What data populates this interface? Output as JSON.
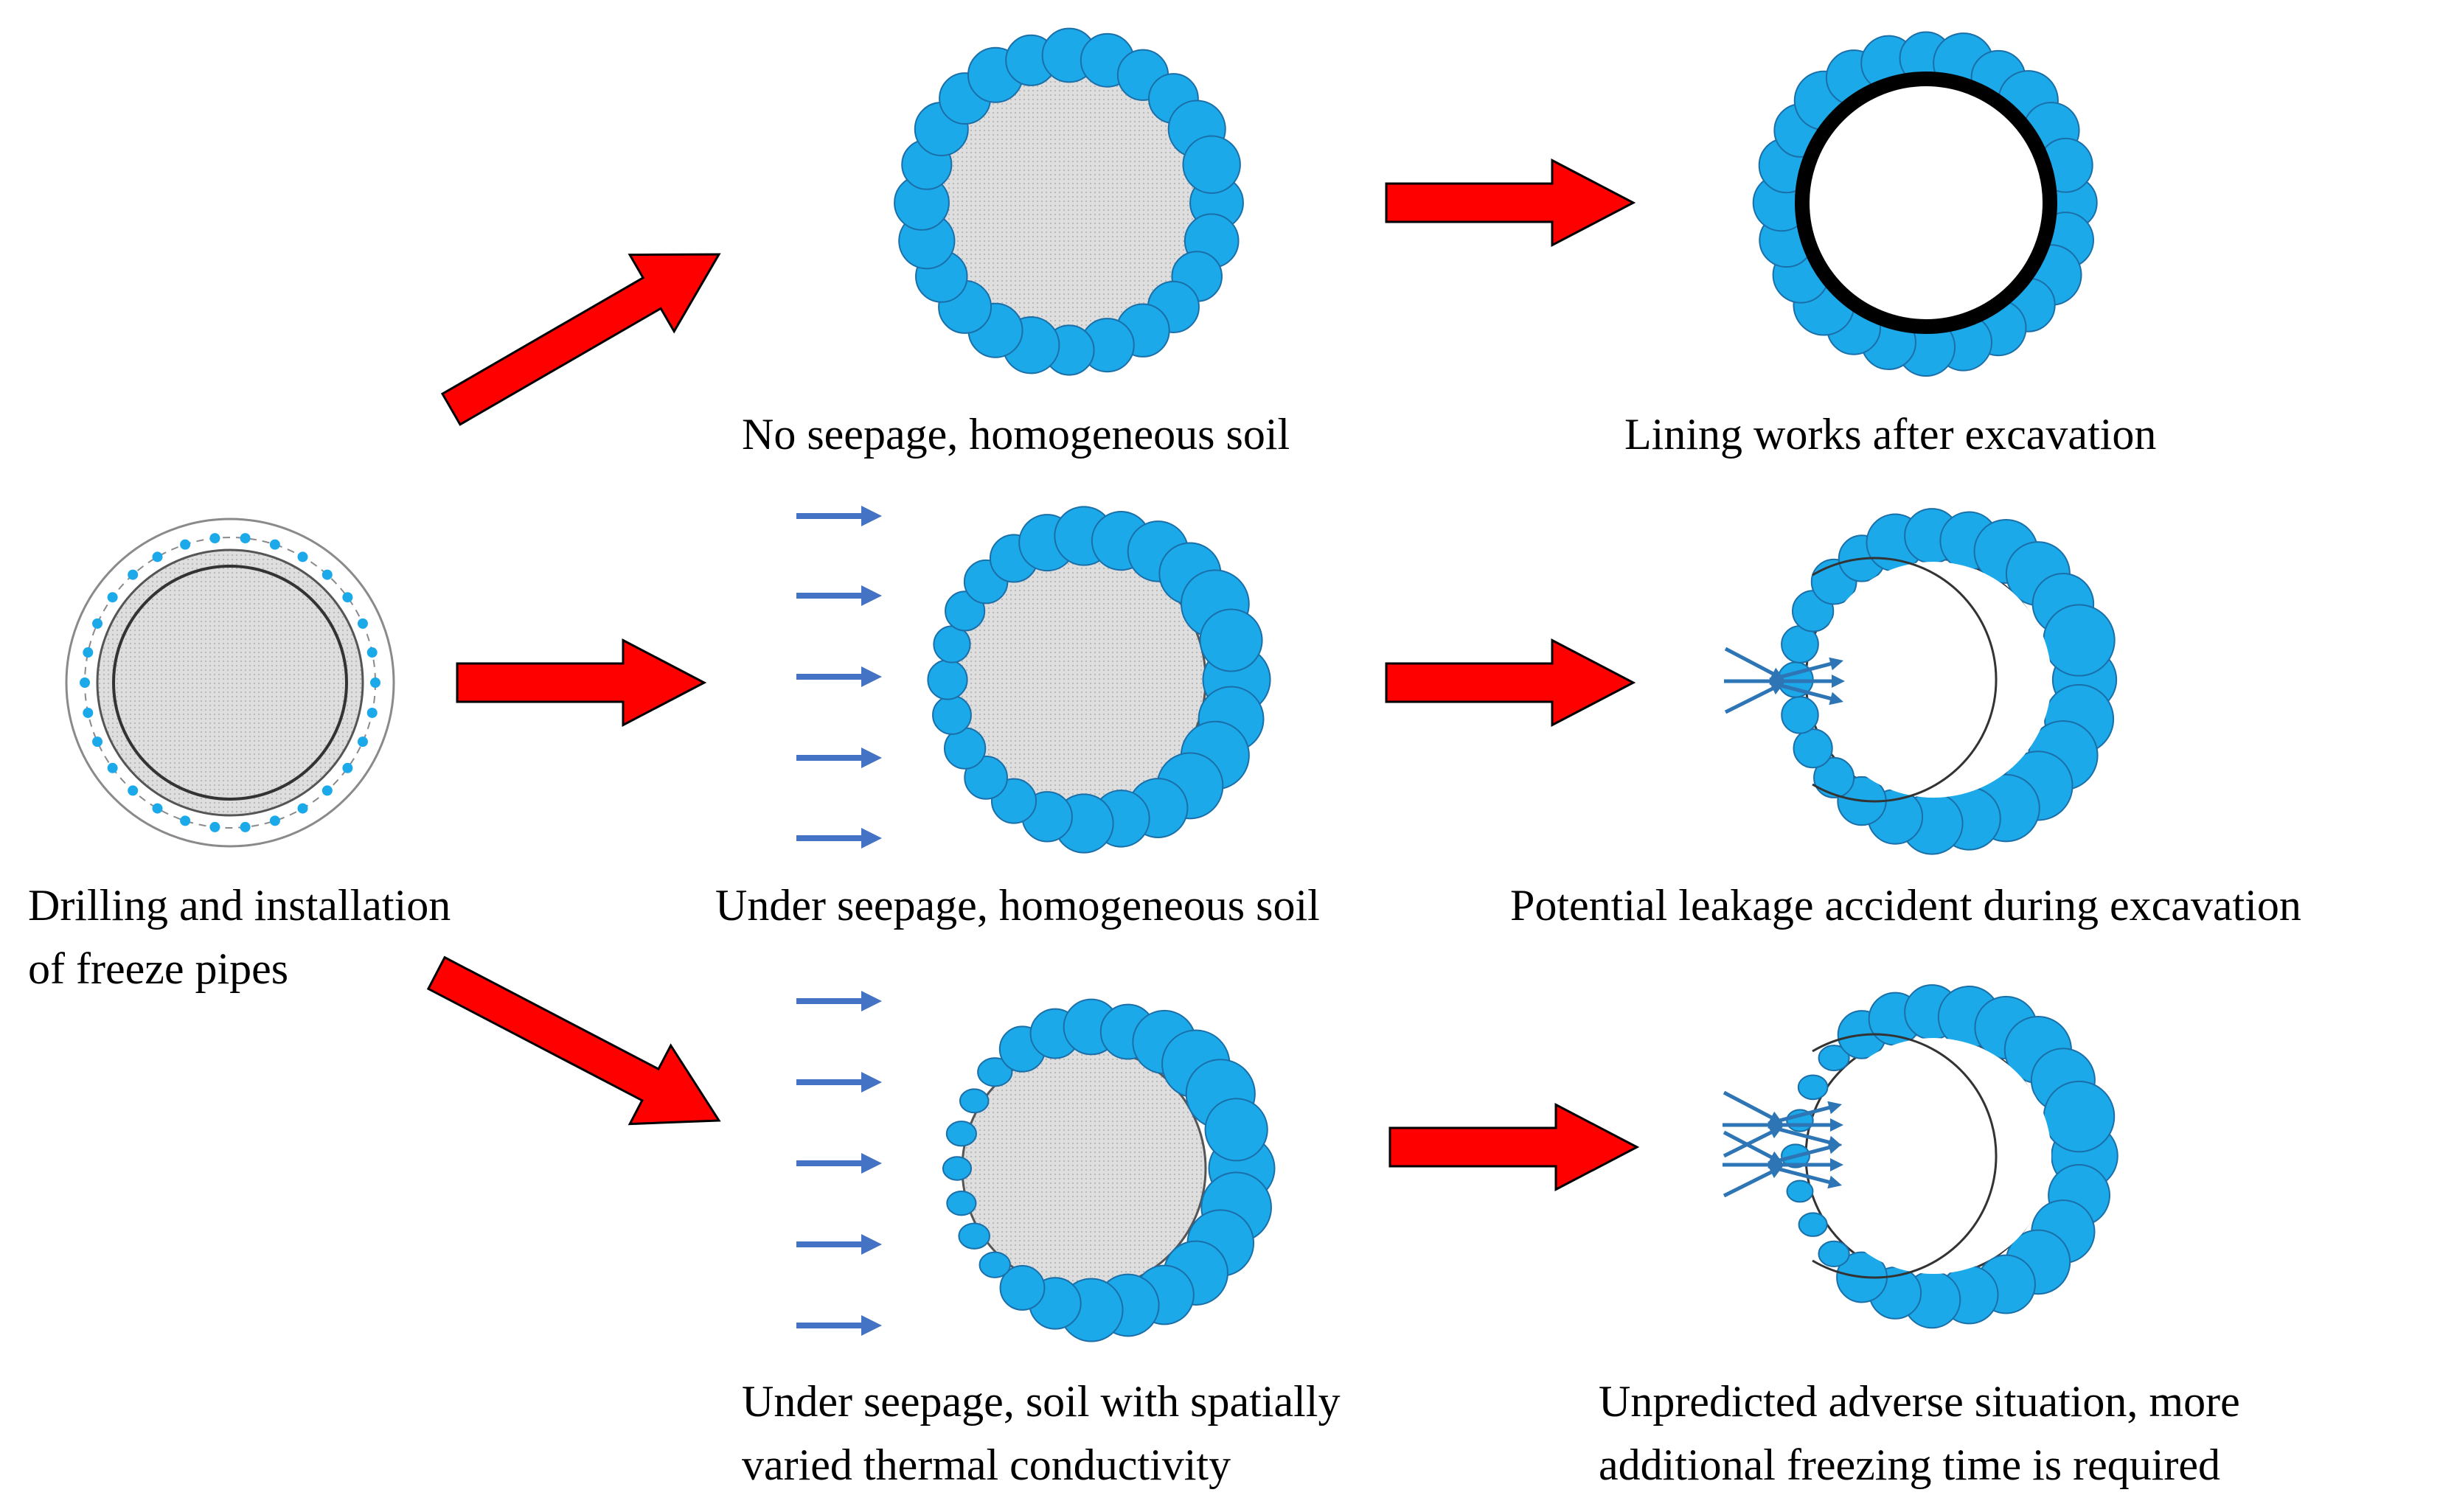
{
  "colors": {
    "ice": "#1BA9EA",
    "ice_stroke": "#1b6fa8",
    "soil": "#dcdcdc",
    "soil_stroke": "#555555",
    "arrow_fill": "#ff0000",
    "arrow_stroke": "#000000",
    "seepage_arrow": "#4472C4",
    "leak_arrow": "#2e75b6",
    "lining": "#000000",
    "pipe_dot": "#1BA9EA"
  },
  "captions": {
    "start": [
      "Drilling and installation",
      "of freeze pipes"
    ],
    "row1_mid": [
      "No seepage, homogeneous soil"
    ],
    "row1_end": [
      "Lining works after excavation"
    ],
    "row2_mid": [
      "Under seepage, homogeneous soil"
    ],
    "row2_end": [
      "Potential leakage accident during excavation"
    ],
    "row3_mid": [
      "Under seepage, soil with spatially",
      "varied thermal conductivity"
    ],
    "row3_end": [
      "Unpredicted adverse situation, more",
      "additional freezing time is required"
    ]
  },
  "icons": {
    "process_arrow": "red-block-arrow-icon",
    "seepage_arrow": "seepage-flow-arrow-icon",
    "leak_arrow": "leakage-arrow-icon"
  }
}
